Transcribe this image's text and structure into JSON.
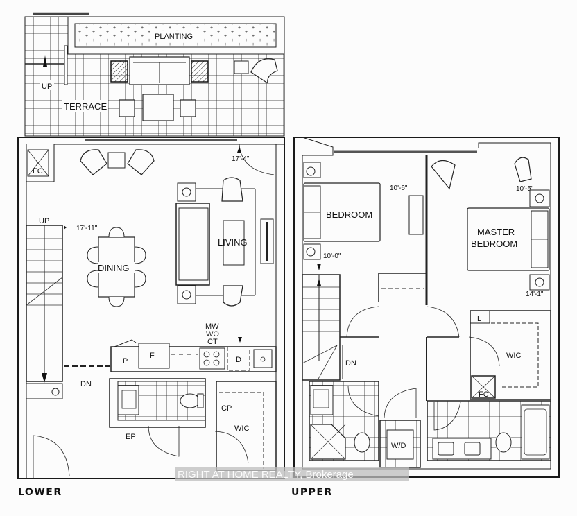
{
  "plan": {
    "floors": {
      "lower": {
        "name": "LOWER"
      },
      "upper": {
        "name": "UPPER"
      }
    },
    "terrace": {
      "planting_label": "PLANTING",
      "terrace_label": "TERRACE",
      "stair_label": "UP"
    },
    "lower_rooms": {
      "fc": "FC",
      "stair_up": "UP",
      "stair_dn": "DN",
      "dining": "DINING",
      "living": "LIVING",
      "dim_living": "17'-4\"",
      "dim_dining": "17'-11\"",
      "kitchen_appliances": [
        "MW",
        "WO",
        "CT"
      ],
      "pantry": "P",
      "fridge": "F",
      "dishwasher": "D",
      "ep": "EP",
      "cp": "CP",
      "wic": "WIC"
    },
    "upper_rooms": {
      "bedroom": "BEDROOM",
      "master_line1": "MASTER",
      "master_line2": "BEDROOM",
      "dim_bedroom_w": "10'-6\"",
      "dim_bedroom_d": "10'-0\"",
      "dim_master_w": "10'-5\"",
      "dim_master_d": "14'-1\"",
      "stair_dn": "DN",
      "linen": "L",
      "wic": "WIC",
      "fc": "FC",
      "laundry": "W/D"
    },
    "watermark": "RIGHT AT HOME REALTY, Brokerage"
  }
}
